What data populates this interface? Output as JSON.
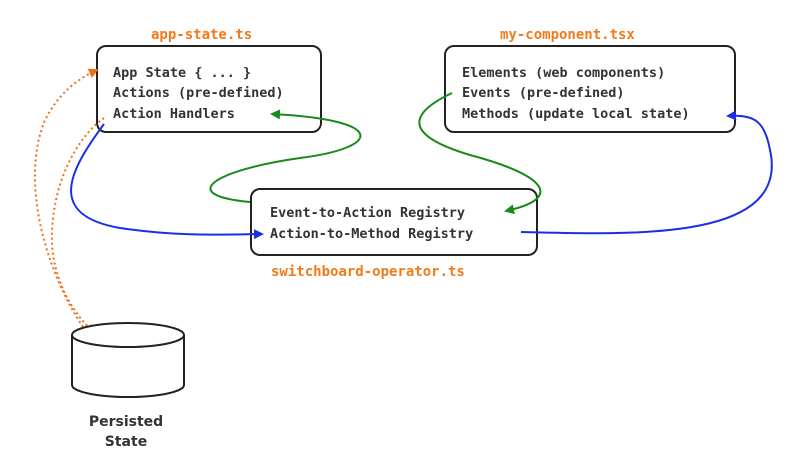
{
  "files": {
    "app_state": "app-state.ts",
    "my_component": "my-component.tsx",
    "switchboard": "switchboard-operator.ts"
  },
  "app_state_box": {
    "lines": [
      "App State { ... }",
      "Actions (pre-defined)",
      "Action Handlers"
    ]
  },
  "component_box": {
    "lines": [
      "Elements (web components)",
      "Events (pre-defined)",
      "Methods (update local state)"
    ]
  },
  "switchboard_box": {
    "lines": [
      "Event-to-Action Registry",
      "Action-to-Method Registry"
    ]
  },
  "storage": {
    "label_line1": "Persisted",
    "label_line2": "State"
  },
  "colors": {
    "file_label": "#f27a1a",
    "green_flow": "#1a8a1a",
    "blue_flow": "#1a2ee6",
    "orange_flow": "#f07018"
  }
}
